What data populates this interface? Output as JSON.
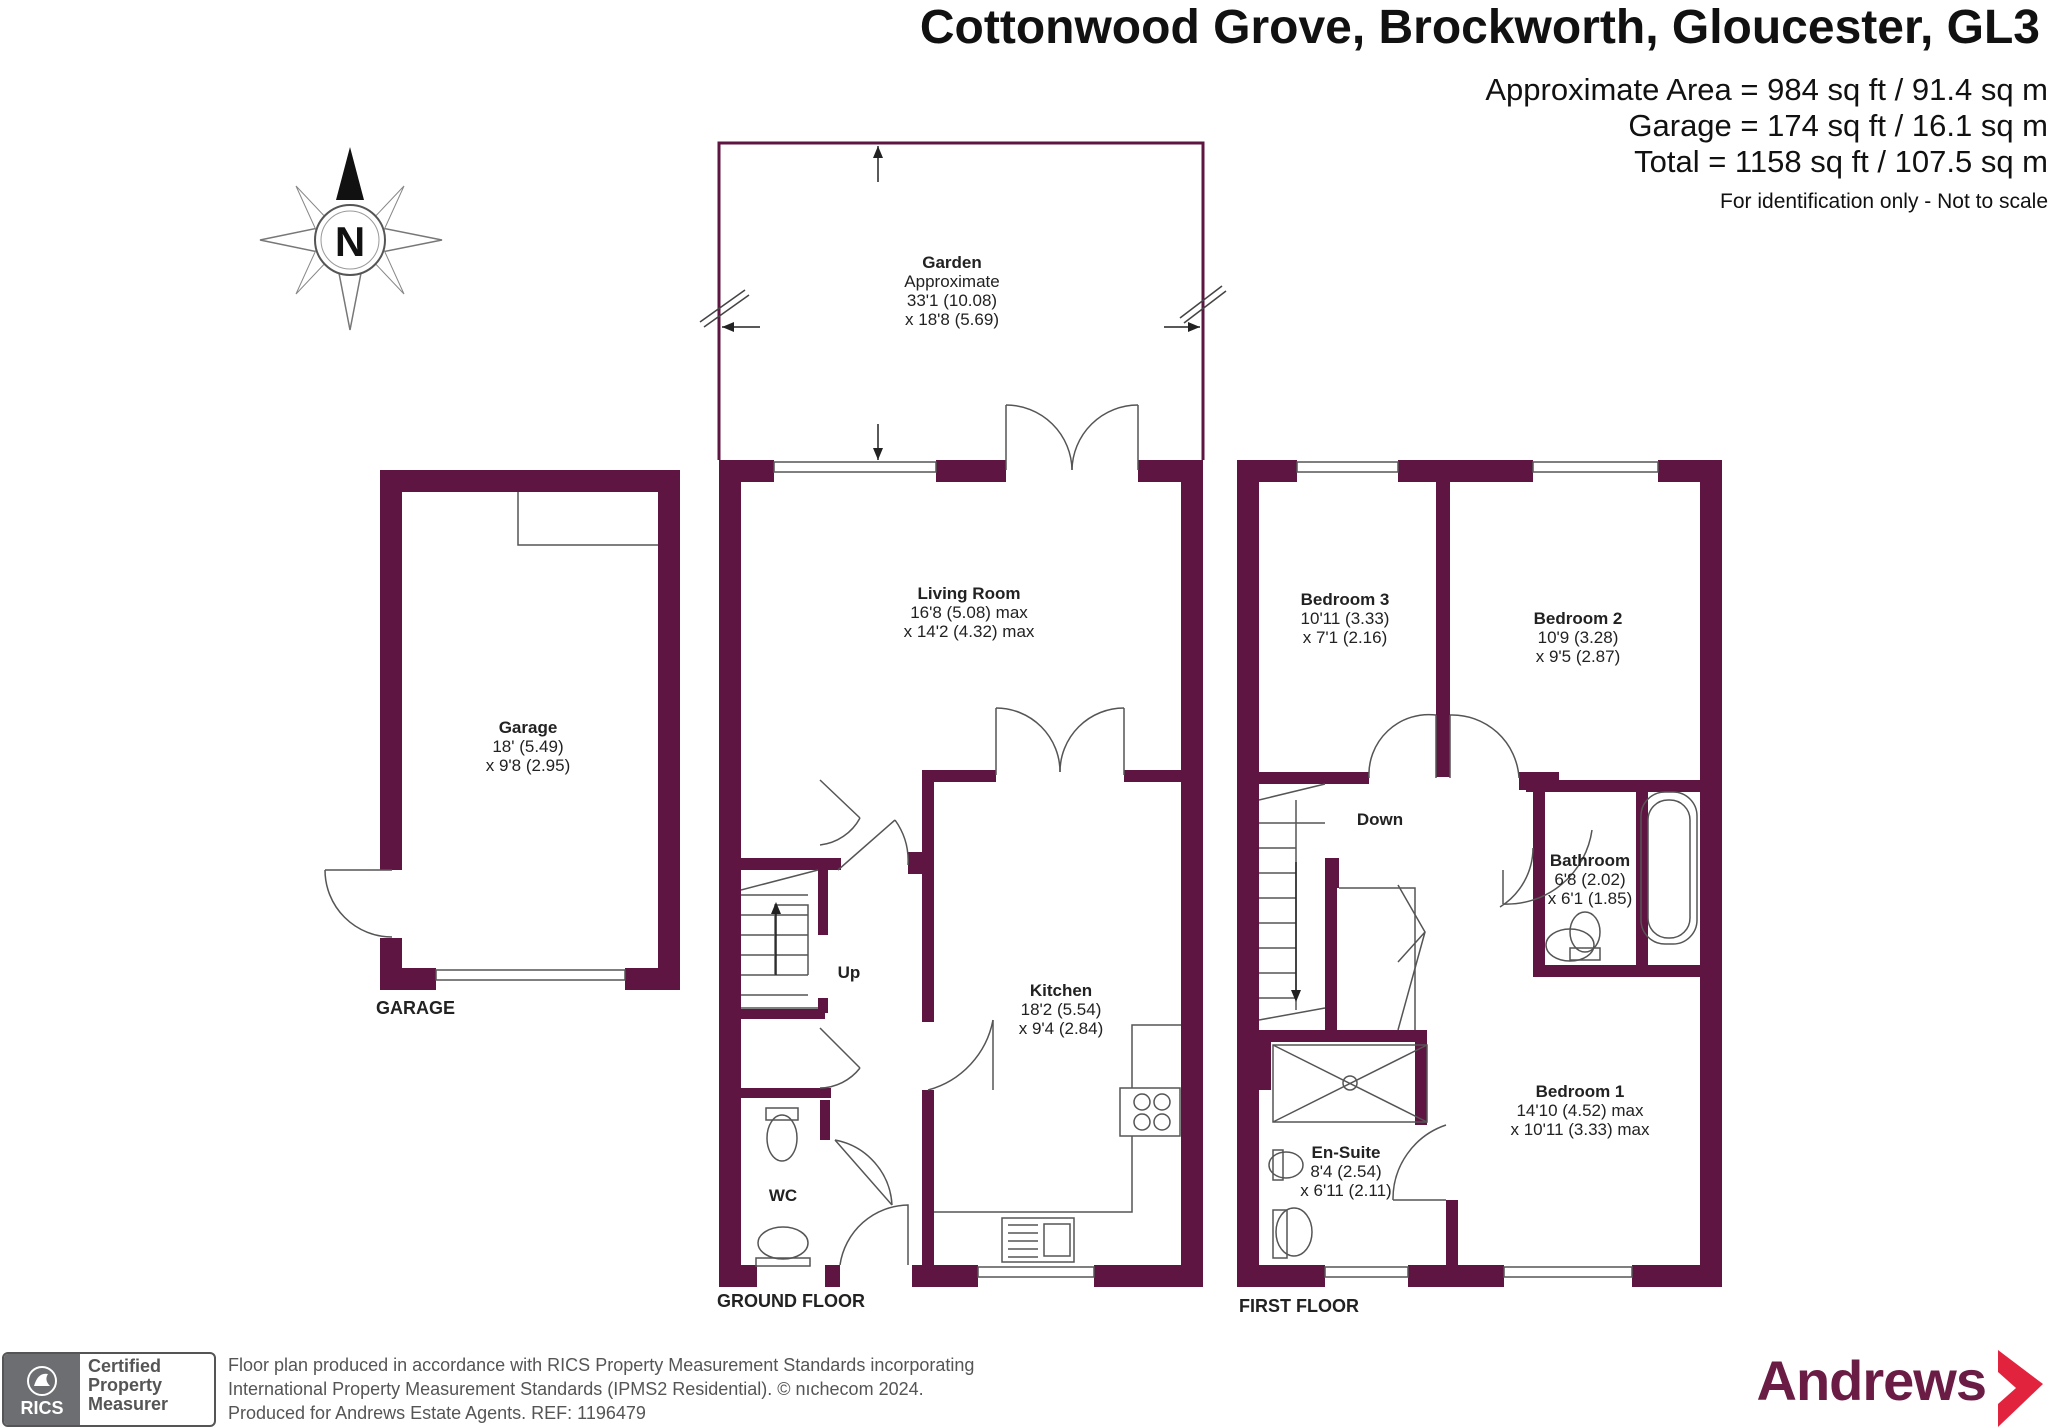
{
  "header": {
    "title": "Cottonwood Grove, Brockworth, Gloucester, GL3",
    "area_lines": [
      "Approximate Area = 984 sq ft / 91.4 sq m",
      "Garage = 174 sq ft / 16.1 sq m",
      "Total = 1158 sq ft / 107.5 sq m"
    ],
    "note": "For identification only - Not to scale"
  },
  "compass": {
    "letter": "N"
  },
  "colors": {
    "wall": "#5e1541",
    "text": "#222222",
    "brand": "#6b1c45",
    "brand_arrow": "#e2233e"
  },
  "rooms": {
    "garden": {
      "name": "Garden",
      "lines": [
        "Approximate",
        "33'1 (10.08)",
        "x 18'8 (5.69)"
      ]
    },
    "living": {
      "name": "Living Room",
      "lines": [
        "16'8 (5.08) max",
        "x 14'2 (4.32) max"
      ]
    },
    "kitchen": {
      "name": "Kitchen",
      "lines": [
        "18'2 (5.54)",
        "x 9'4 (2.84)"
      ]
    },
    "wc": {
      "name": "WC"
    },
    "garage": {
      "name": "Garage",
      "lines": [
        "18' (5.49)",
        "x 9'8 (2.95)"
      ]
    },
    "bedroom3": {
      "name": "Bedroom 3",
      "lines": [
        "10'11 (3.33)",
        "x 7'1 (2.16)"
      ]
    },
    "bedroom2": {
      "name": "Bedroom 2",
      "lines": [
        "10'9 (3.28)",
        "x 9'5 (2.87)"
      ]
    },
    "bathroom": {
      "name": "Bathroom",
      "lines": [
        "6'8 (2.02)",
        "x 6'1 (1.85)"
      ]
    },
    "bedroom1": {
      "name": "Bedroom 1",
      "lines": [
        "14'10 (4.52) max",
        "x 10'11 (3.33) max"
      ]
    },
    "ensuite": {
      "name": "En-Suite",
      "lines": [
        "8'4 (2.54)",
        "x 6'11 (2.11)"
      ]
    }
  },
  "stairs": {
    "up": "Up",
    "down": "Down"
  },
  "floors": {
    "ground": "GROUND FLOOR",
    "first": "FIRST FLOOR",
    "garage": "GARAGE"
  },
  "footer": {
    "lines": [
      "Floor plan produced in accordance with RICS Property Measurement Standards incorporating",
      "International Property Measurement Standards (IPMS2 Residential).   © nıchecom 2024.",
      "Produced for Andrews Estate Agents.   REF:  1196479"
    ],
    "badge_org": "RICS",
    "badge_lines": [
      "Certified",
      "Property",
      "Measurer"
    ]
  },
  "brand": {
    "name": "Andrews"
  }
}
